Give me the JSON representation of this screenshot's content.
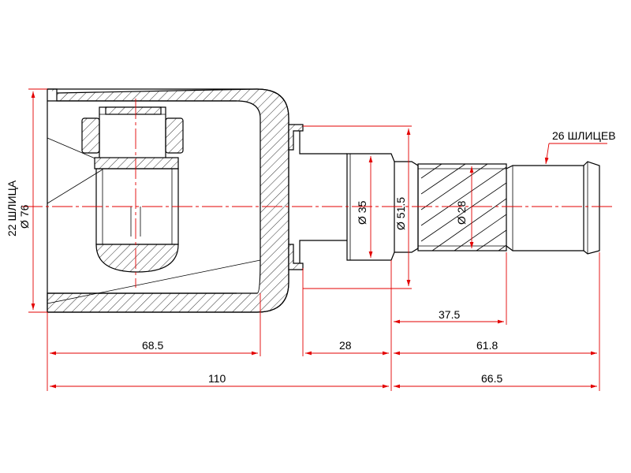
{
  "colors": {
    "outline": "#000000",
    "dimension": "#e30000",
    "background": "#ffffff"
  },
  "labels": {
    "housing_spline": "22 ШЛИЦА",
    "housing_diameter": "Ø 76",
    "shaft_spline": "26 ШЛИЦЕВ",
    "dia_35": "Ø 35",
    "dia_51_5": "Ø 51.5",
    "dia_28": "Ø 28"
  },
  "dimensions": {
    "d_68_5": "68.5",
    "d_28": "28",
    "d_61_8": "61.8",
    "d_37_5": "37.5",
    "d_110": "110",
    "d_66_5": "66.5"
  }
}
